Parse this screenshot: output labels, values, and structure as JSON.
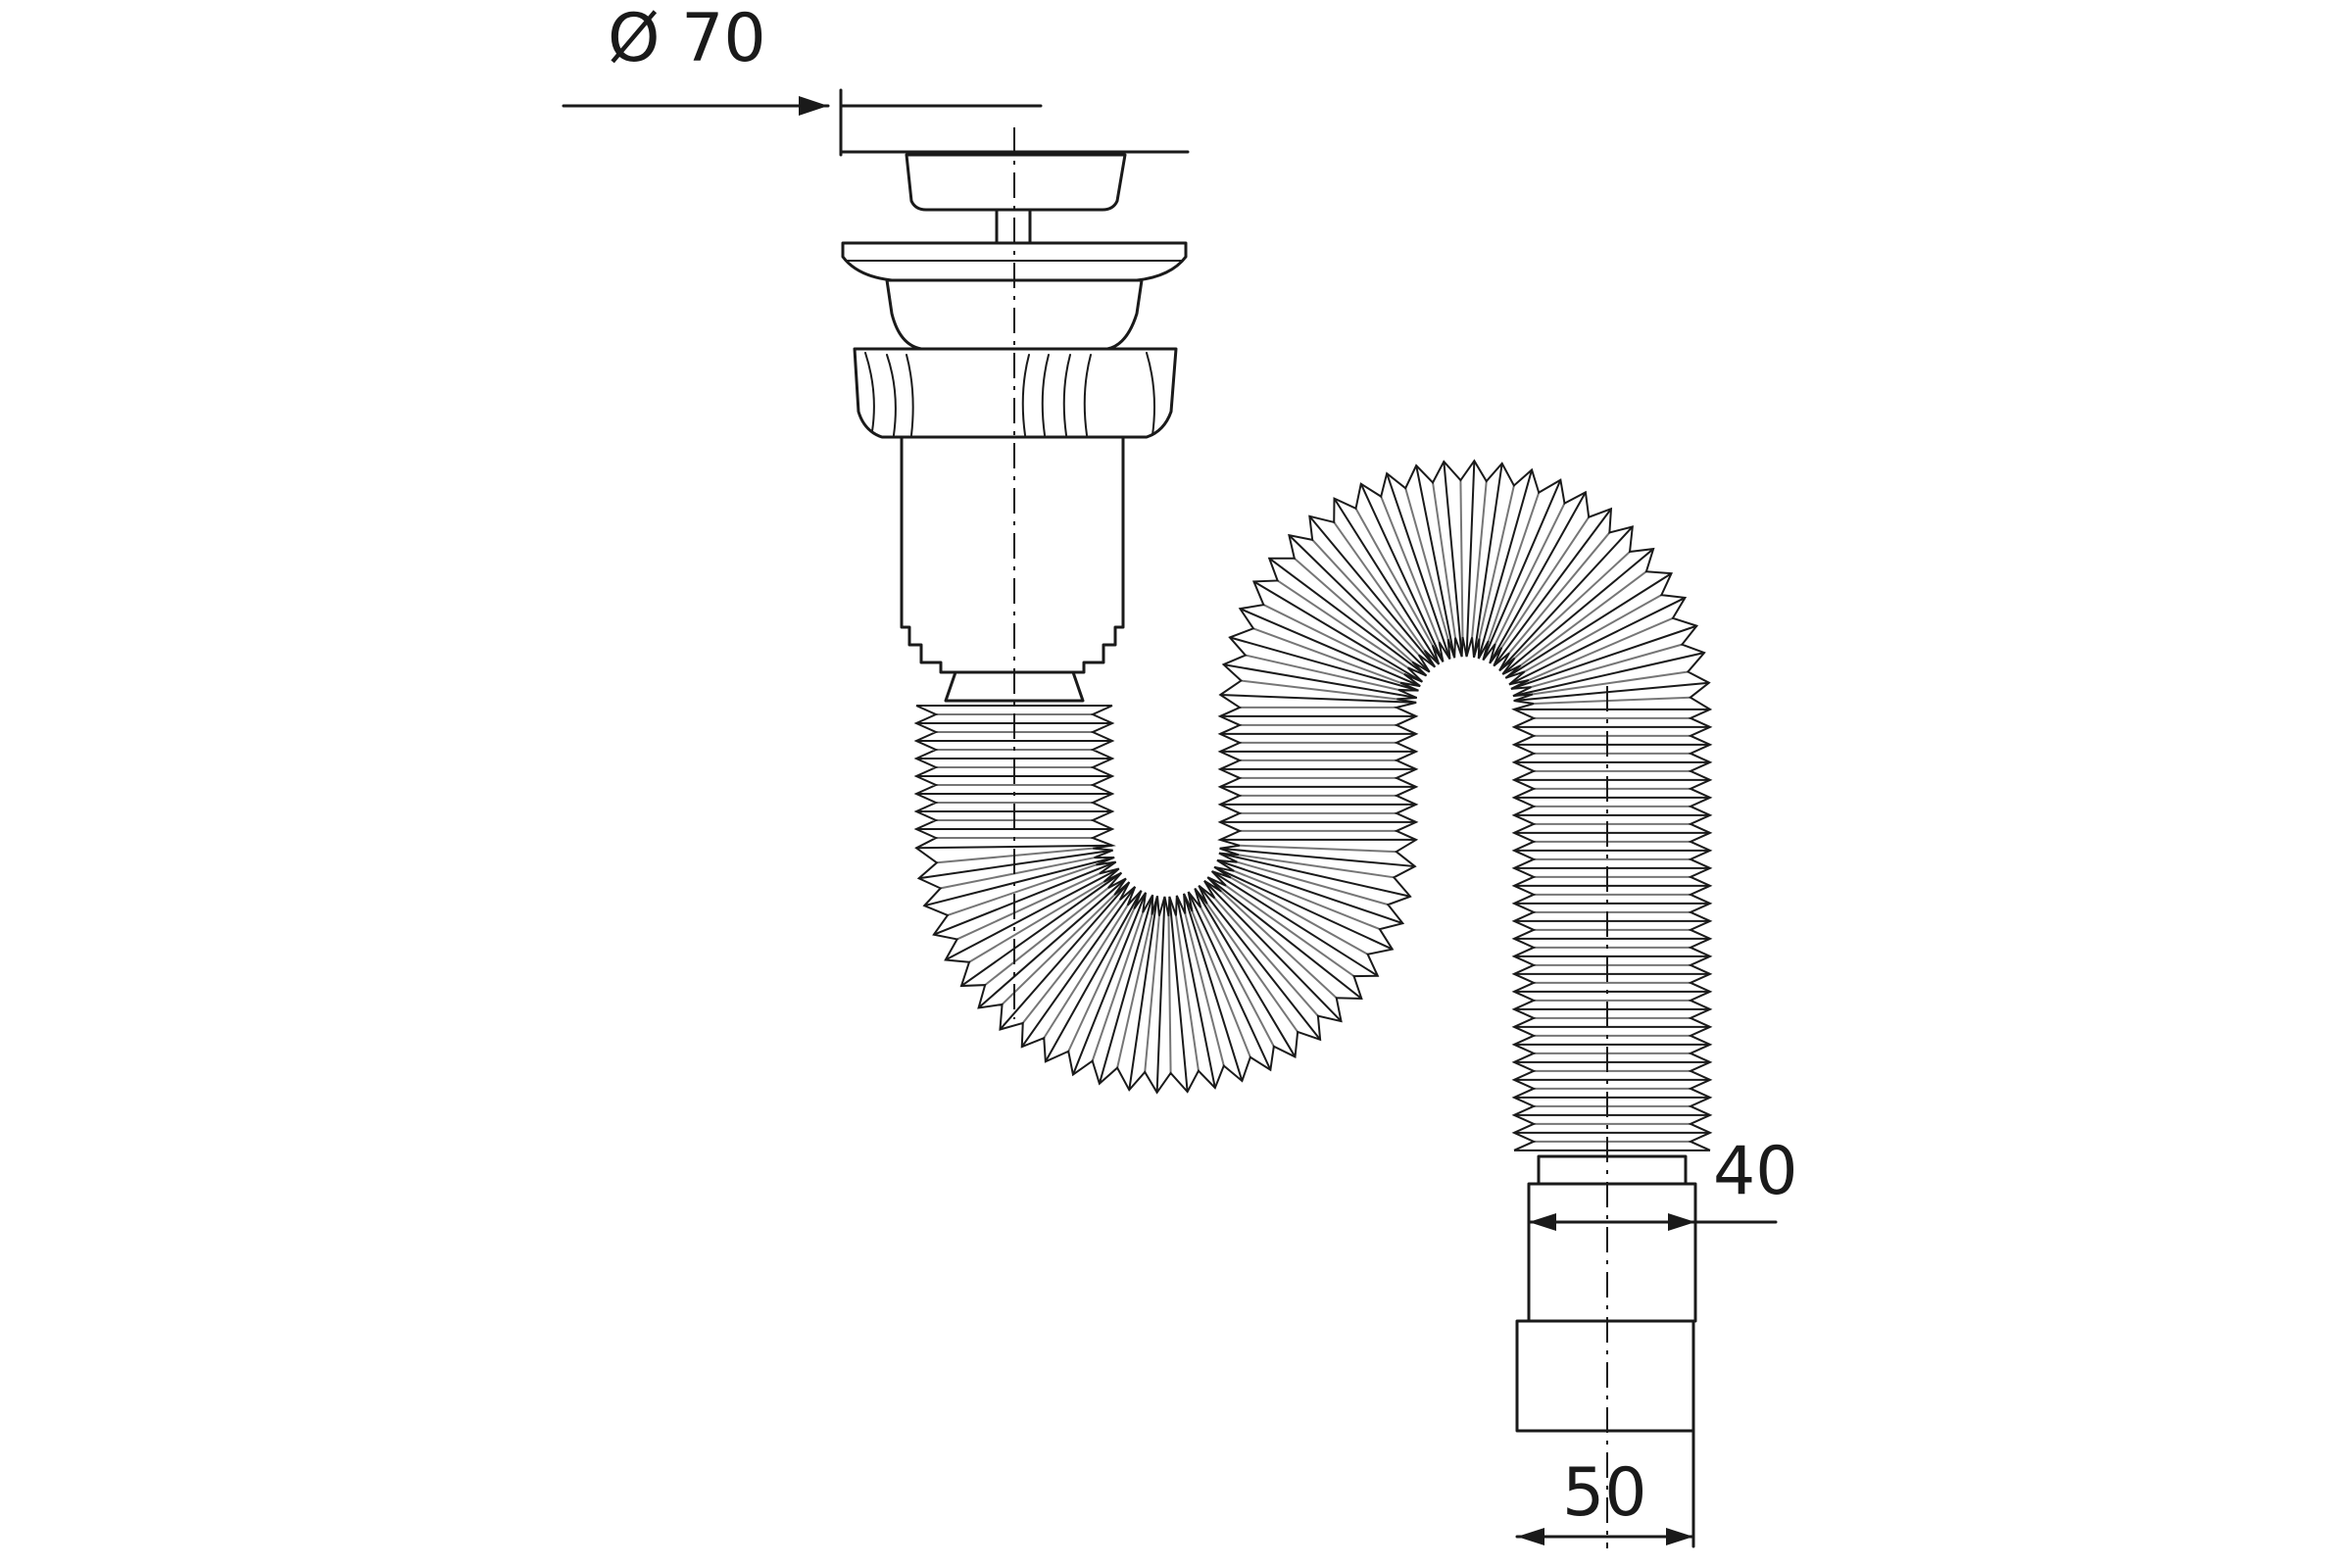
{
  "dimensions": {
    "outlet_diameter_label": "Ø 70",
    "hose_diameter_label": "40",
    "outlet_width_label": "50"
  },
  "colors": {
    "line": "#1a1a1a",
    "background": "#ffffff"
  }
}
